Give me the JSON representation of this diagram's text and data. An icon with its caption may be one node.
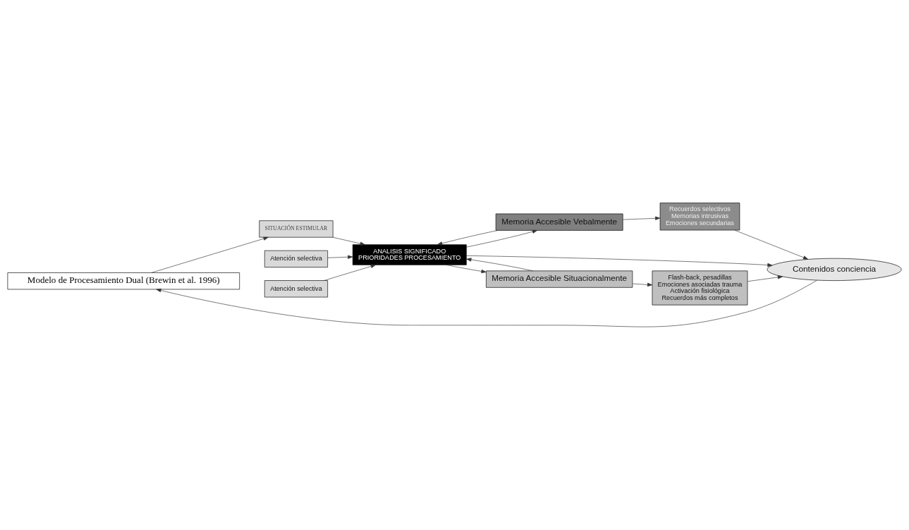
{
  "diagram": {
    "nodes": [
      {
        "text": [
          "Modelo de Procesamiento Dual (Brewin et al. 1996)"
        ]
      },
      {
        "text": [
          "Memoria Accesible Vebalmente"
        ]
      },
      {
        "text": [
          "Recuerdos selectivos",
          "Memorias intrusivas",
          "Emociones secundarias"
        ]
      },
      {
        "text": [
          "Atención selectiva"
        ]
      },
      {
        "text": [
          "SITUACIÓN ESTIMULAR"
        ]
      },
      {
        "text": [
          "ANALISIS SIGNIFICADO",
          "PRIORIDADES PROCESAMIENTO"
        ]
      },
      {
        "text": [
          "Contenidos conciencia"
        ]
      },
      {
        "text": [
          "Atención selectiva"
        ]
      },
      {
        "text": [
          "Memoria Accesible Situacionalmente"
        ]
      },
      {
        "text": [
          "Flash-back, pesadillas",
          "Emociones asociadas trauma",
          "Activación fisiológica",
          "Recuerdos más completos"
        ]
      }
    ],
    "edges": [
      {
        "from": 1,
        "to": 2,
        "arrow": "to"
      },
      {
        "from": 2,
        "to": 6,
        "arrow": "to"
      },
      {
        "from": 5,
        "to": 1,
        "arrow": "to"
      },
      {
        "from": 1,
        "to": 5,
        "arrow": "to"
      },
      {
        "from": 3,
        "to": 5,
        "arrow": "to"
      },
      {
        "from": 4,
        "to": 5,
        "arrow": "to"
      },
      {
        "from": 5,
        "to": 6,
        "arrow": "to"
      },
      {
        "from": 7,
        "to": 5,
        "arrow": "to"
      },
      {
        "from": 5,
        "to": 8,
        "arrow": "to"
      },
      {
        "from": 8,
        "to": 5,
        "arrow": "to"
      },
      {
        "from": 8,
        "to": 9,
        "arrow": "to"
      },
      {
        "from": 9,
        "to": 6,
        "arrow": "to"
      },
      {
        "from": 6,
        "to": 0,
        "arrow": "to"
      },
      {
        "from": 0,
        "to": 4,
        "arrow": "to"
      }
    ]
  }
}
